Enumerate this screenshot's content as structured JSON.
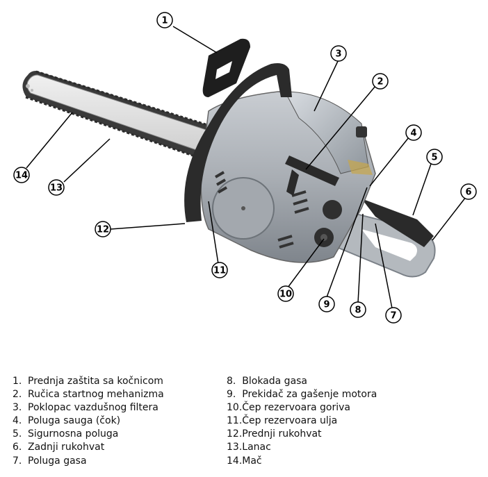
{
  "callouts": [
    "1",
    "2",
    "3",
    "4",
    "5",
    "6",
    "7",
    "8",
    "9",
    "10",
    "11",
    "12",
    "13",
    "14"
  ],
  "legend": {
    "left": [
      {
        "num": "1.",
        "text": "Prednja zaštita sa kočnicom"
      },
      {
        "num": "2.",
        "text": "Ručica startnog mehanizma"
      },
      {
        "num": "3.",
        "text": "Poklopac vazdušnog filtera"
      },
      {
        "num": "4.",
        "text": "Poluga sauga (čok)"
      },
      {
        "num": "5.",
        "text": "Sigurnosna poluga"
      },
      {
        "num": "6.",
        "text": "Zadnji rukohvat"
      },
      {
        "num": "7.",
        "text": "Poluga gasa"
      }
    ],
    "right": [
      {
        "num": "8.",
        "text": "  Blokada gasa"
      },
      {
        "num": "9.",
        "text": "  Prekidač za gašenje motora"
      },
      {
        "num": "10.",
        "text": "Čep rezervoara goriva"
      },
      {
        "num": "11.",
        "text": "Čep rezervoara ulja"
      },
      {
        "num": "12.",
        "text": "Prednji rukohvat"
      },
      {
        "num": "13.",
        "text": "Lanac"
      },
      {
        "num": "14.",
        "text": "Mač"
      }
    ]
  }
}
